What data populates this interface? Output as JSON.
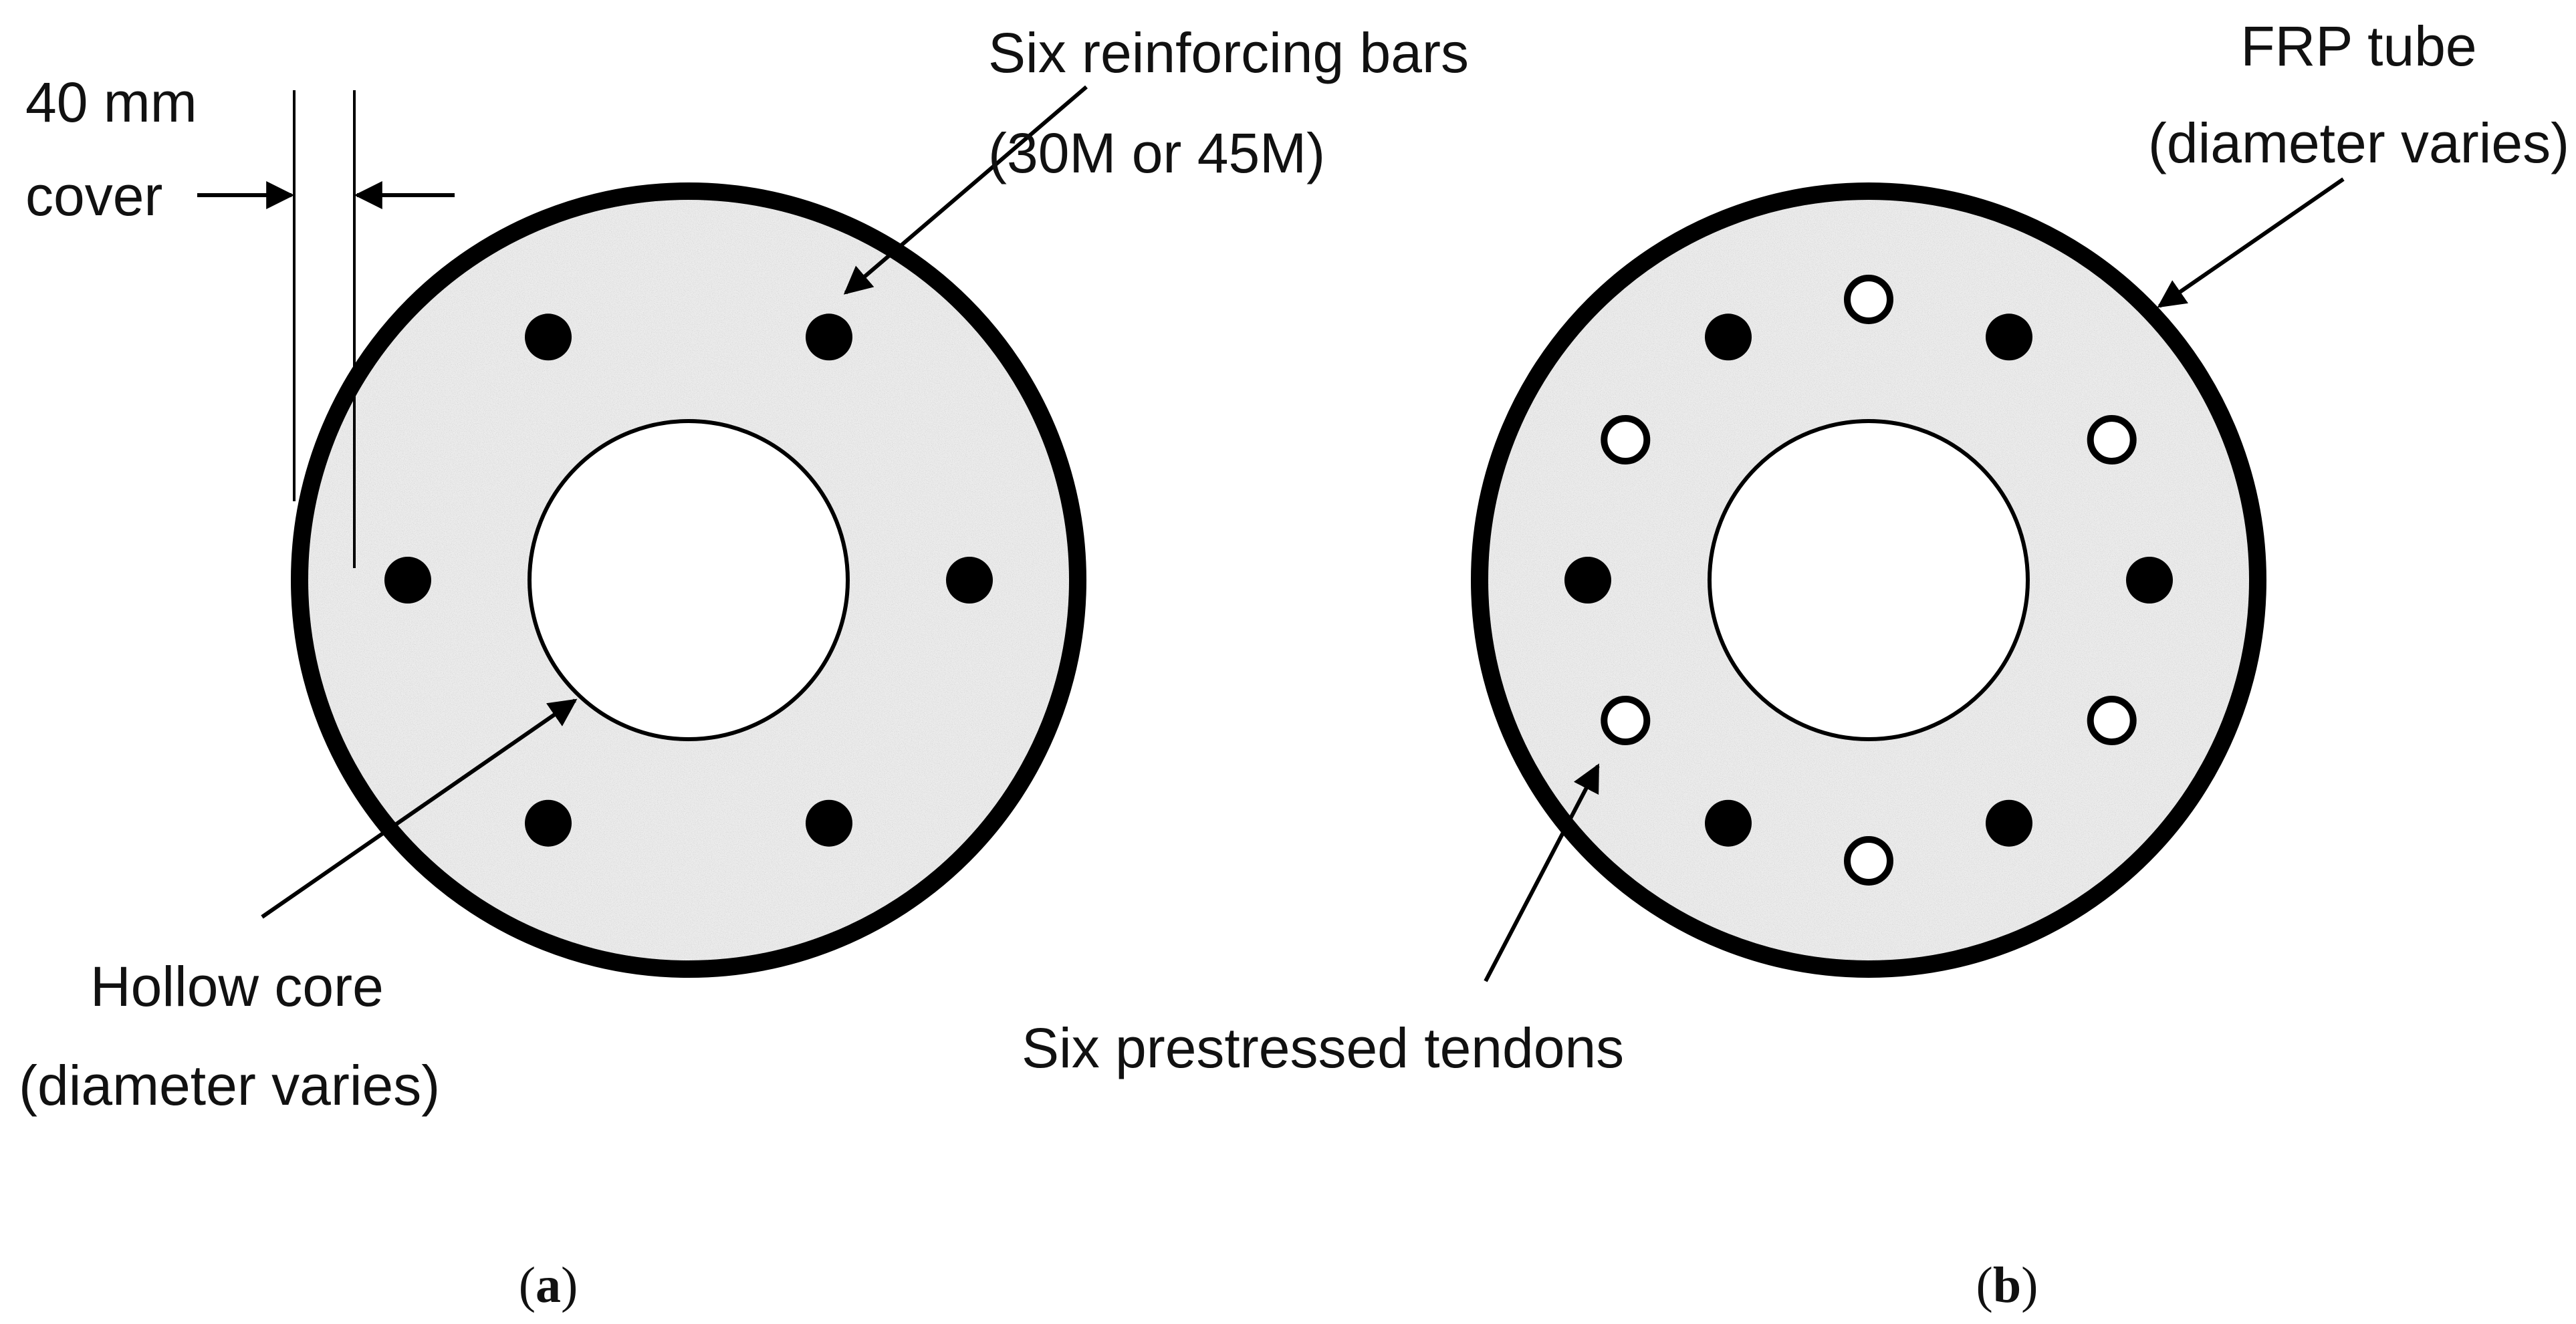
{
  "colors": {
    "concrete": "#ececec",
    "concrete_speckle": "#d4d4d4",
    "tube": "#000000",
    "bar": "#000000",
    "tendon_fill": "#ffffff",
    "background": "#ffffff"
  },
  "panel_a": {
    "cover_value": "40 mm",
    "cover_word": "cover",
    "bars_label_line1": "Six reinforcing bars",
    "bars_label_line2": "(30M or 45M)",
    "core_label_line1": "Hollow core",
    "core_label_line2": "(diameter varies)",
    "caption_open": "(",
    "caption_letter": "a",
    "caption_close": ")",
    "bar_count": 6,
    "tendon_count": 0
  },
  "panel_b": {
    "tube_label_line1": "FRP tube",
    "tube_label_line2": "(diameter varies)",
    "tendons_label": "Six prestressed tendons",
    "caption_open": "(",
    "caption_letter": "b",
    "caption_close": ")",
    "bar_count": 6,
    "tendon_count": 6
  }
}
